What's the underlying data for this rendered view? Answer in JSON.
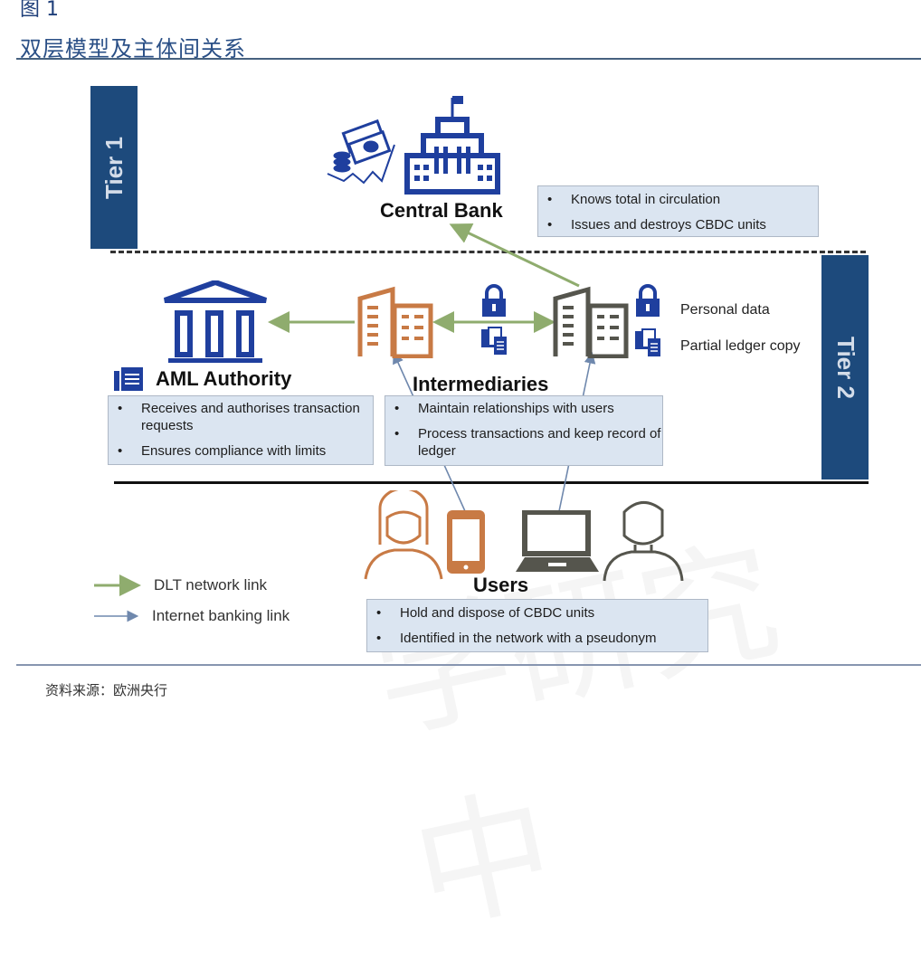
{
  "figure": {
    "label": "图 1",
    "title": "双层模型及主体间关系",
    "source": "资料来源：欧洲央行",
    "watermark": "学研究中"
  },
  "tiers": {
    "tier1": "Tier 1",
    "tier2": "Tier 2"
  },
  "nodes": {
    "central_bank": {
      "label": "Central Bank",
      "bullets": [
        "Knows total in circulation",
        "Issues and destroys CBDC units"
      ]
    },
    "aml_authority": {
      "label": "AML Authority",
      "bullets": [
        "Receives and authorises transaction requests",
        "Ensures compliance with limits"
      ]
    },
    "intermediaries": {
      "label": "Intermediaries",
      "bullets": [
        "Maintain relationships with users",
        "Process transactions and keep record of ledger"
      ]
    },
    "users": {
      "label": "Users",
      "bullets": [
        "Hold and dispose of CBDC units",
        "Identified in the network with a pseudonym"
      ]
    }
  },
  "side_legend": {
    "personal_data": "Personal data",
    "partial_ledger": "Partial ledger copy"
  },
  "legend": {
    "dlt": "DLT network link",
    "internet": "Internet banking link"
  },
  "colors": {
    "navy": "#1d4a7c",
    "icon_blue": "#1f3f9e",
    "orange": "#c87a45",
    "dark_gray": "#55554d",
    "dlt_green": "#8fac6e",
    "internet_blue": "#6f88ad",
    "box_fill": "#dbe5f1"
  }
}
